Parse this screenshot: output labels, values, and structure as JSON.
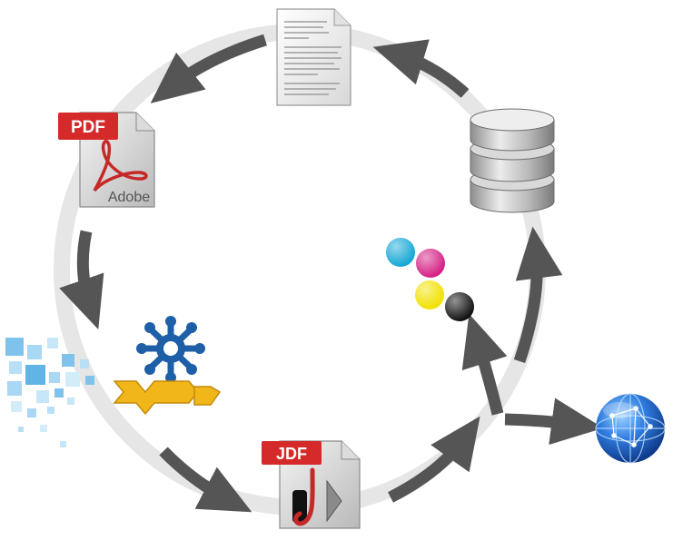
{
  "diagram": {
    "nodes": [
      {
        "id": "document",
        "icon": "text-document-icon"
      },
      {
        "id": "database",
        "icon": "database-icon"
      },
      {
        "id": "pdf",
        "icon": "pdf-file-icon",
        "badge": "PDF",
        "brand": "Adobe"
      },
      {
        "id": "cmyk",
        "icon": "cmyk-ink-dots-icon"
      },
      {
        "id": "workflow",
        "icon": "workflow-plugin-icon"
      },
      {
        "id": "jdf",
        "icon": "jdf-file-icon",
        "badge": "JDF"
      },
      {
        "id": "web",
        "icon": "globe-icon"
      }
    ],
    "flow_direction": "counter-clockwise",
    "colors": {
      "ring": "#e6e6e6",
      "arrow": "#555555",
      "pdf_red": "#d42a2a",
      "cyan": "#15a7d6",
      "magenta": "#d41f83",
      "yellow": "#f2e100",
      "black": "#111111",
      "globe": "#1b5fcc",
      "gear": "#1e5fa8",
      "connector": "#f1b619",
      "mosaic": "#7fc3ec"
    }
  }
}
